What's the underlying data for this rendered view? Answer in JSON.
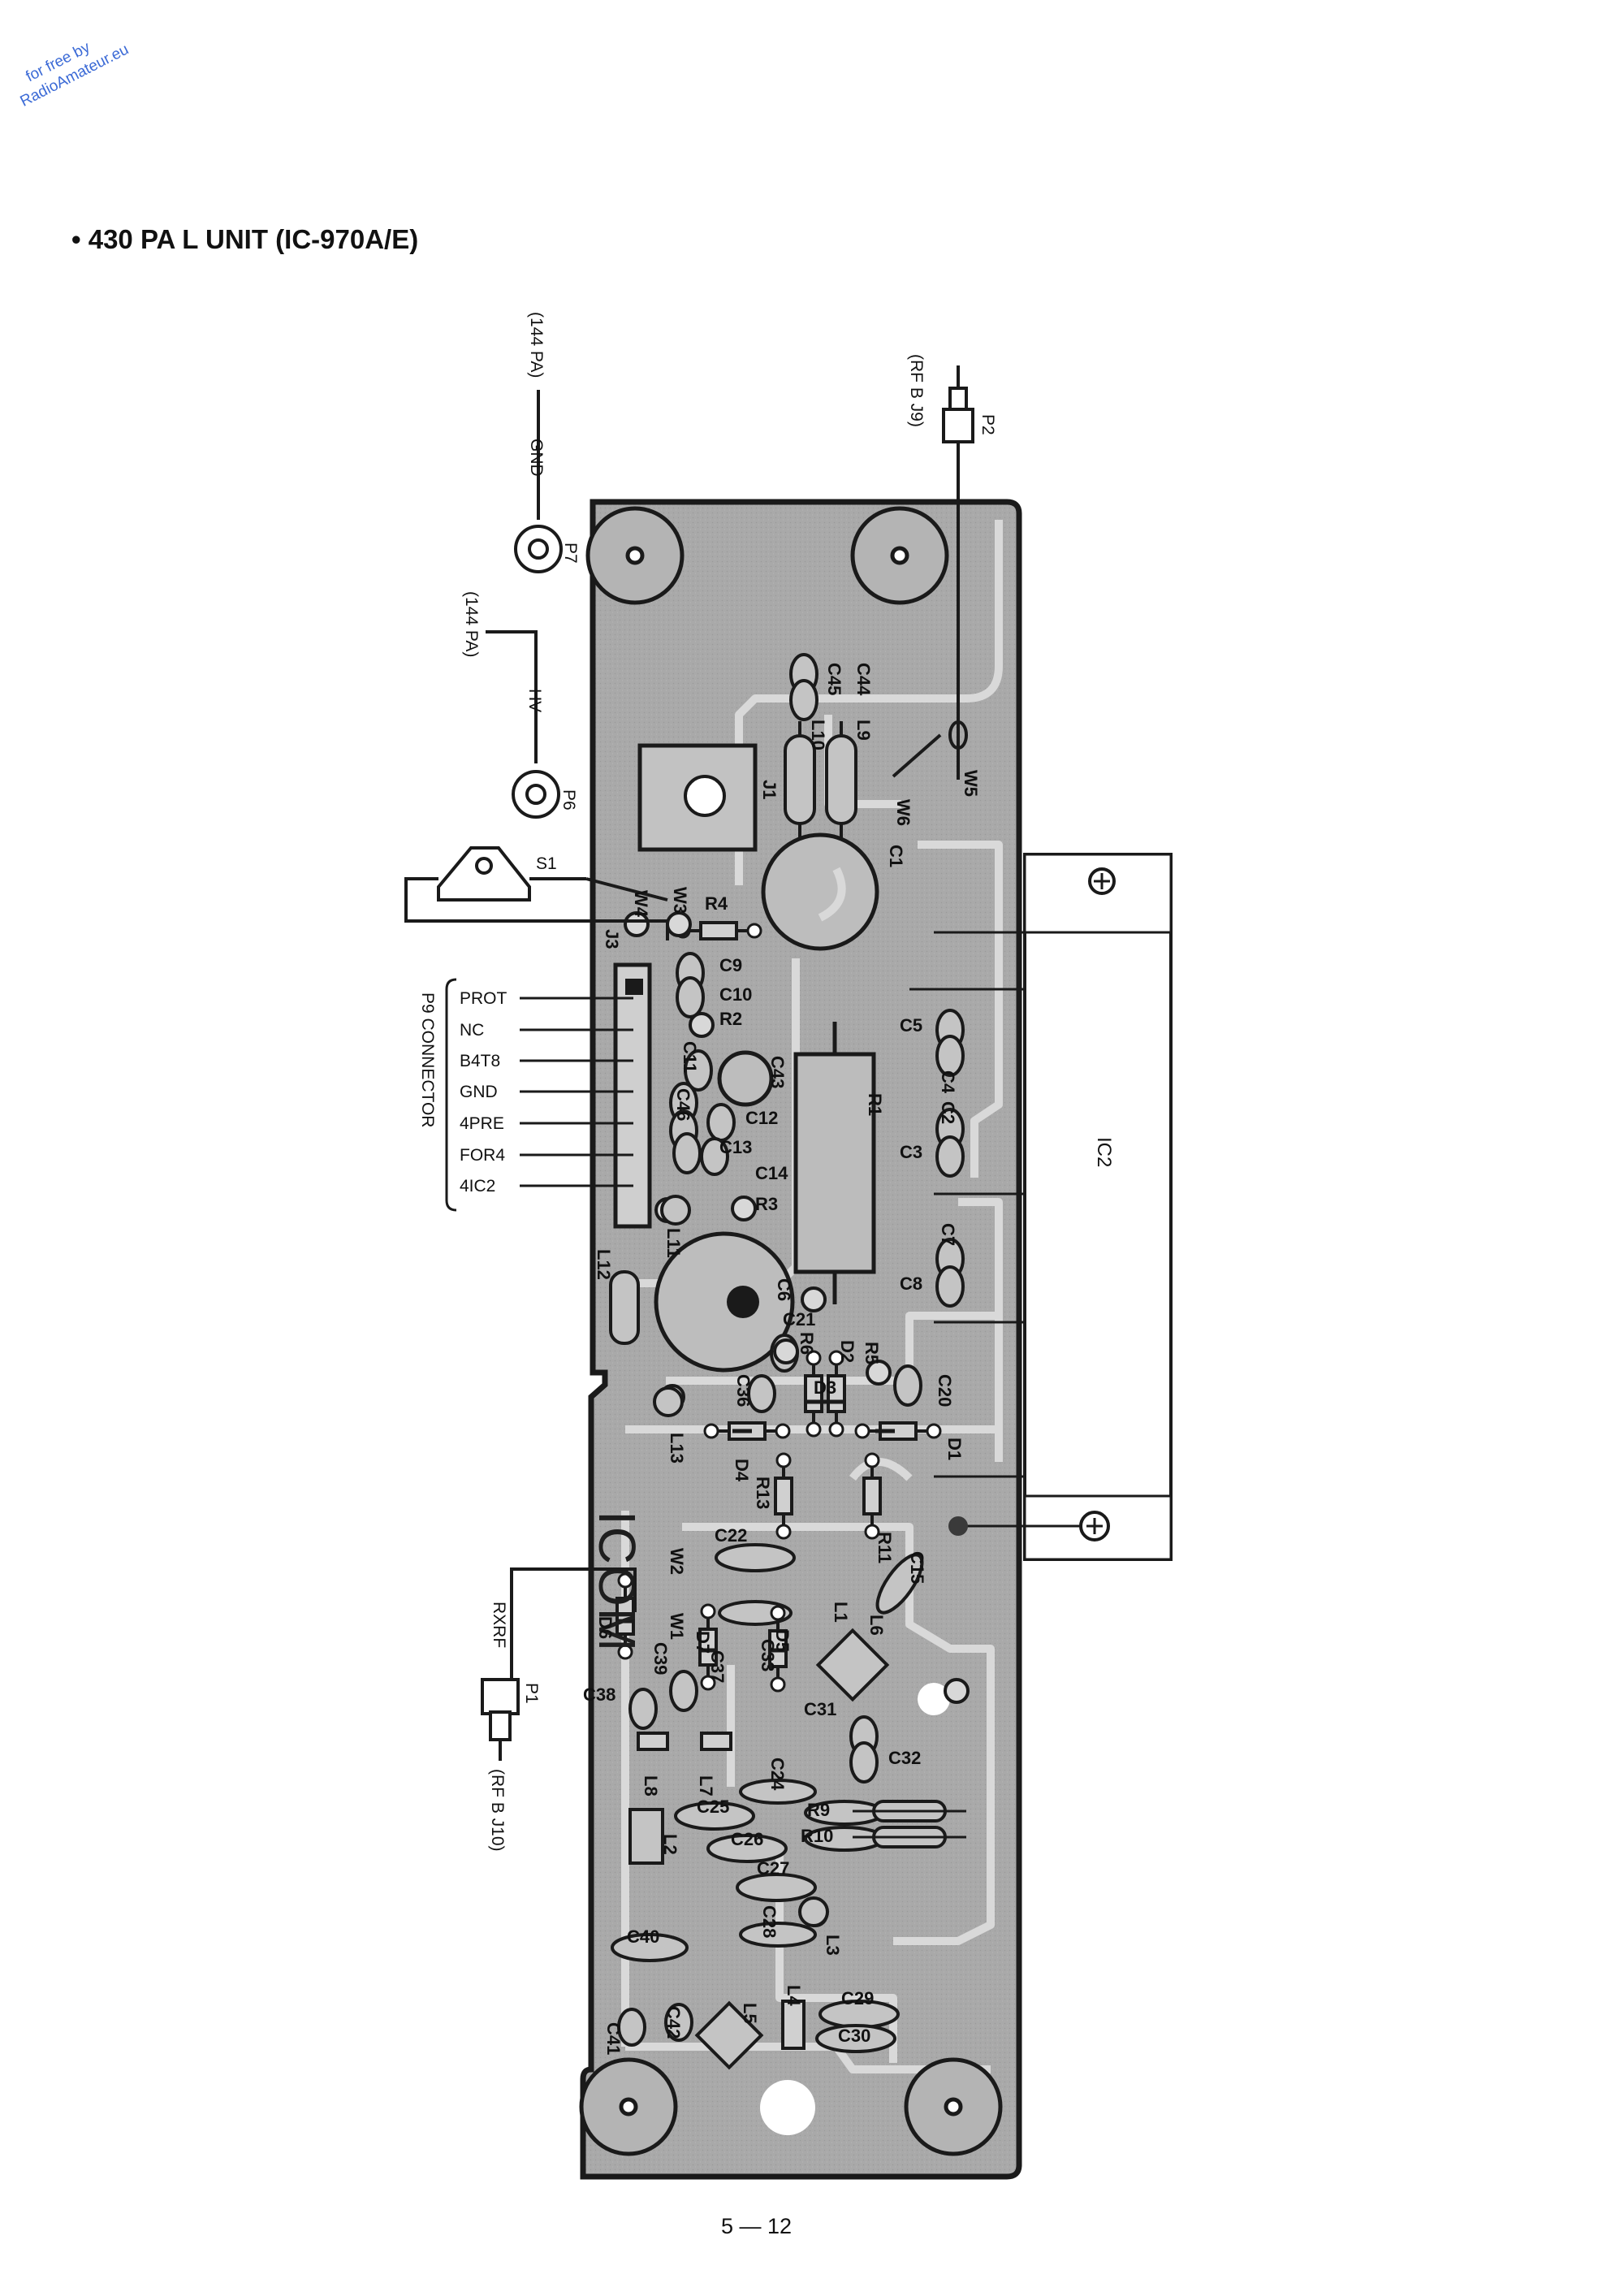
{
  "watermark": {
    "line1": "for free by",
    "line2": "RadioAmateur.eu"
  },
  "title": "• 430 PA L UNIT   (IC-970A/E)",
  "page_number": "5 — 12",
  "logo": "ICOM",
  "external": {
    "p7": {
      "label": "P7",
      "net": "GND",
      "dest": "(144 PA)"
    },
    "p6": {
      "label": "P6",
      "net": "HV",
      "dest": "(144 PA)"
    },
    "p2": {
      "label": "P2",
      "dest": "(RF B J9)"
    },
    "p1": {
      "label": "P1",
      "net": "RXRF",
      "dest": "(RF B J10)"
    },
    "s1": {
      "label": "S1"
    },
    "p9": {
      "label": "P9  CONNECTOR",
      "pins": [
        "PROT",
        "NC",
        "B4T8",
        "GND",
        "4PRE",
        "FOR4",
        "4IC2"
      ]
    },
    "ic2": {
      "label": "IC2"
    }
  },
  "components": {
    "C44": "C44",
    "C45": "C45",
    "L10": "L10",
    "L9": "L9",
    "W5": "W5",
    "W6": "W6",
    "J1": "J1",
    "C1": "C1",
    "R4": "R4",
    "W3": "W3",
    "W4": "W4",
    "J3": "J3",
    "C9": "C9",
    "C10": "C10",
    "R2": "R2",
    "C11": "C11",
    "C43": "C43",
    "C46": "C46",
    "C12": "C12",
    "C13": "C13",
    "C14": "C14",
    "R3": "R3",
    "L11": "L11",
    "R1": "R1",
    "C5": "C5",
    "C4": "C4",
    "C2": "C2",
    "C3": "C3",
    "C7": "C7",
    "C8": "C8",
    "L12": "L12",
    "C6": "C6",
    "C21": "C21",
    "R6": "R6",
    "R5": "R5",
    "D2": "D2",
    "C36": "C36",
    "D3": "D3",
    "C20": "C20",
    "L13": "L13",
    "D4": "D4",
    "D1": "D1",
    "R13": "R13",
    "R11": "R11",
    "C15": "C15",
    "C22": "C22",
    "W2": "W2",
    "W1": "W1",
    "D6": "D6",
    "C39": "C39",
    "D7": "D7",
    "C37": "C37",
    "D5": "D5",
    "C33": "C33",
    "L1": "L1",
    "L6": "L6",
    "C38": "C38",
    "C31": "C31",
    "L8": "L8",
    "L7": "L7",
    "C24": "C24",
    "C32": "C32",
    "R9": "R9",
    "R10": "R10",
    "C25": "C25",
    "L2": "L2",
    "C26": "C26",
    "C27": "C27",
    "C28": "C28",
    "L3": "L3",
    "C40": "C40",
    "L4": "L4",
    "C29": "C29",
    "L5": "L5",
    "C42": "C42",
    "C41": "C41",
    "C30": "C30"
  }
}
